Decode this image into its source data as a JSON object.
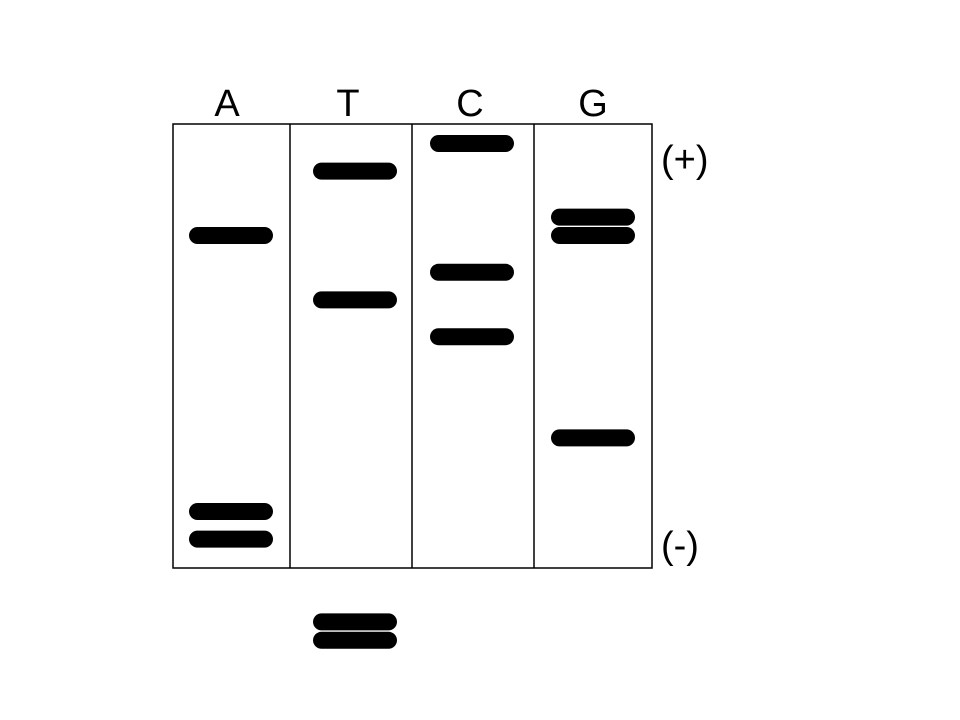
{
  "lanes": [
    {
      "label": "A",
      "bands": [
        1,
        4,
        4.3
      ]
    },
    {
      "label": "T",
      "bands": [
        0.3,
        1.7,
        5.2,
        5.4
      ]
    },
    {
      "label": "C",
      "bands": [
        0,
        1.4,
        2.1
      ]
    },
    {
      "label": "G",
      "bands": [
        0.8,
        1,
        3.2
      ]
    }
  ],
  "poles": {
    "top": "(+)",
    "bottom": "(-)"
  },
  "colors": {
    "band": "#000000",
    "frame": "#000000",
    "background": "#ffffff"
  }
}
